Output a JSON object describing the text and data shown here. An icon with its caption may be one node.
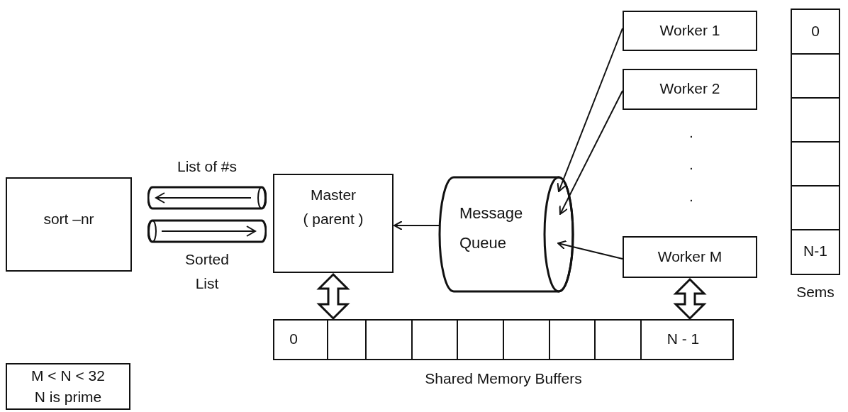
{
  "diagram": {
    "nodes": [
      {
        "text": [
          "sort –nr"
        ]
      },
      {
        "text": [],
        "shape": "cylinder",
        "beside": [
          "List of #s"
        ]
      },
      {
        "text": [],
        "shape": "cylinder",
        "beside": [
          "Sorted List"
        ]
      },
      {
        "text": [
          "Master",
          "( parent )"
        ]
      },
      {
        "text": [
          "Message Queue"
        ]
      },
      {
        "text": [
          "Worker 1"
        ]
      },
      {
        "text": [
          "Worker 2"
        ]
      },
      {
        "text": [
          "Worker M"
        ]
      },
      {
        "text": [
          "0",
          "N-1"
        ],
        "beside": [
          "Sems"
        ]
      },
      {
        "text": [
          "0",
          "N - 1"
        ],
        "beside": [
          "Shared Memory Buffers"
        ]
      },
      {
        "text": [
          "M < N < 32",
          "N is prime"
        ]
      }
    ],
    "edges": [
      {
        "from": 4,
        "to": 3,
        "arrow": "to"
      },
      {
        "from": 5,
        "to": 4,
        "arrow": "to"
      },
      {
        "from": 6,
        "to": 4,
        "arrow": "to"
      },
      {
        "from": 7,
        "to": 4,
        "arrow": "to"
      },
      {
        "from": 3,
        "to": 9,
        "arrow": "both",
        "style": "thick"
      },
      {
        "from": 7,
        "to": 9,
        "arrow": "both",
        "style": "thick"
      }
    ],
    "labels": [
      ".",
      ".",
      "."
    ]
  }
}
